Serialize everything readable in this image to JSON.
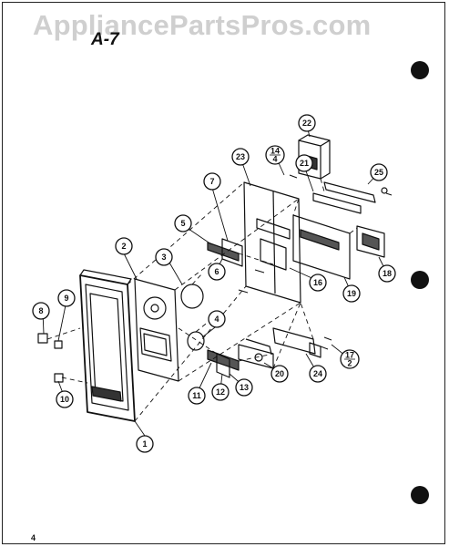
{
  "watermark": "AppliancePartsPros.com",
  "figure_label": "A-7",
  "page_number": "4",
  "callouts": [
    {
      "id": "1",
      "label": "1"
    },
    {
      "id": "2",
      "label": "2"
    },
    {
      "id": "3",
      "label": "3"
    },
    {
      "id": "4",
      "label": "4"
    },
    {
      "id": "5",
      "label": "5"
    },
    {
      "id": "6",
      "label": "6"
    },
    {
      "id": "7",
      "label": "7"
    },
    {
      "id": "8",
      "label": "8"
    },
    {
      "id": "9",
      "label": "9"
    },
    {
      "id": "10",
      "label": "10"
    },
    {
      "id": "11",
      "label": "11"
    },
    {
      "id": "12",
      "label": "12"
    },
    {
      "id": "13",
      "label": "13"
    },
    {
      "id": "14-4",
      "label": "14",
      "sub": "4"
    },
    {
      "id": "16",
      "label": "16"
    },
    {
      "id": "17-2",
      "label": "17",
      "sub": "2"
    },
    {
      "id": "18",
      "label": "18"
    },
    {
      "id": "19",
      "label": "19"
    },
    {
      "id": "20",
      "label": "20"
    },
    {
      "id": "21",
      "label": "21"
    },
    {
      "id": "22",
      "label": "22"
    },
    {
      "id": "23",
      "label": "23"
    },
    {
      "id": "24",
      "label": "24"
    },
    {
      "id": "25",
      "label": "25"
    }
  ]
}
